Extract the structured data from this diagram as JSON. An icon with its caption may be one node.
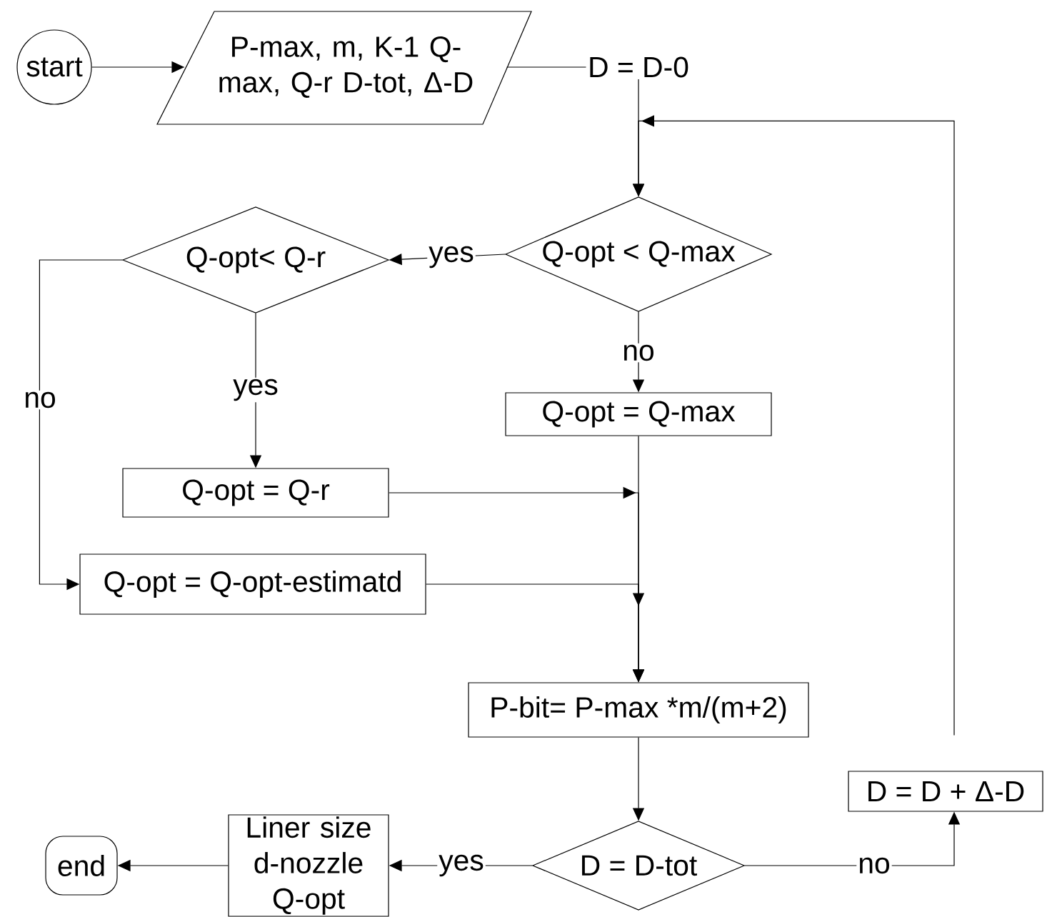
{
  "diagram": {
    "nodes": [
      {
        "text": [
          "start"
        ]
      },
      {
        "text": [
          "P-max, m, K-1 Q-max, Q-r D-tot, Δ-D"
        ]
      },
      {
        "text": [
          "D = D-0"
        ]
      },
      {
        "text": [
          "Q-opt < Q-max"
        ]
      },
      {
        "text": [
          "Q-opt< Q-r"
        ]
      },
      {
        "text": [
          "Q-opt = Q-max"
        ]
      },
      {
        "text": [
          "Q-opt = Q-r"
        ]
      },
      {
        "text": [
          "Q-opt = Q-opt-estimatd"
        ]
      },
      {
        "text": [
          "P-bit= P-max *m/(m+2)"
        ]
      },
      {
        "text": [
          "D = D-tot"
        ]
      },
      {
        "text": [
          "Liner size d-nozzle Q-opt"
        ]
      },
      {
        "text": [
          "end"
        ]
      },
      {
        "text": [
          "D = D + Δ-D"
        ]
      }
    ],
    "edges": [
      {
        "from": 0,
        "to": 1,
        "arrow": "to"
      },
      {
        "from": 1,
        "to": 2,
        "arrow": "none"
      },
      {
        "from": 2,
        "to": 3,
        "arrow": "to"
      },
      {
        "from": 3,
        "to": 4,
        "arrow": "to",
        "label": "yes"
      },
      {
        "from": 3,
        "to": 5,
        "arrow": "to",
        "label": "no"
      },
      {
        "from": 4,
        "to": 6,
        "arrow": "to",
        "label": "yes"
      },
      {
        "from": 4,
        "to": 7,
        "arrow": "to",
        "label": "no"
      },
      {
        "from": 5,
        "to": 8,
        "arrow": "to"
      },
      {
        "from": 6,
        "to": 8,
        "arrow": "to"
      },
      {
        "from": 7,
        "to": 8,
        "arrow": "to"
      },
      {
        "from": 8,
        "to": 9,
        "arrow": "to"
      },
      {
        "from": 9,
        "to": 10,
        "arrow": "to",
        "label": "yes"
      },
      {
        "from": 10,
        "to": 11,
        "arrow": "to"
      },
      {
        "from": 9,
        "to": 12,
        "arrow": "to",
        "label": "no"
      },
      {
        "from": 12,
        "to": 3,
        "arrow": "to"
      }
    ]
  }
}
